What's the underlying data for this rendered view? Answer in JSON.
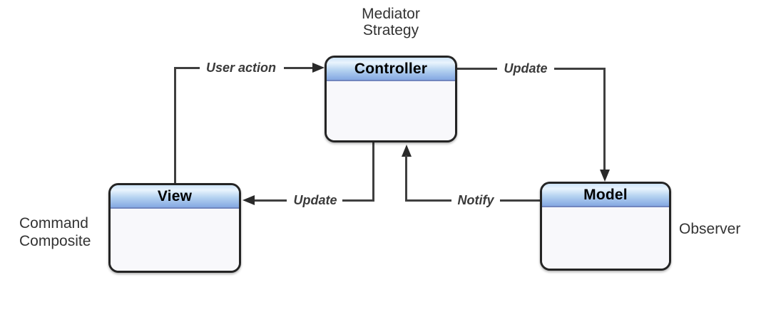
{
  "diagram": {
    "title_context": "MVC design patterns diagram",
    "nodes": [
      {
        "id": "controller",
        "title": "Controller"
      },
      {
        "id": "view",
        "title": "View"
      },
      {
        "id": "model",
        "title": "Model"
      }
    ],
    "annotations": {
      "controller_patterns": "Mediator\nStrategy",
      "view_patterns": "Command\nComposite",
      "model_patterns": "Observer"
    },
    "edges": [
      {
        "label": "User action",
        "from": "View",
        "to": "Controller"
      },
      {
        "label": "Update",
        "from": "Controller",
        "to": "Model"
      },
      {
        "label": "Update",
        "from": "Controller",
        "to": "View"
      },
      {
        "label": "Notify",
        "from": "Model",
        "to": "Controller"
      }
    ],
    "colors": {
      "background": "#ffffff",
      "line": "#3f3f3f",
      "node_border": "#242424",
      "node_body": "#f8f8fb",
      "header_gradient_top": "#cde4f8",
      "header_gradient_highlight": "#eaf4fd",
      "header_gradient_mid": "#b6d3f1",
      "header_gradient_bottom": "#84a8e2",
      "label_text": "#3a3a3a"
    }
  }
}
